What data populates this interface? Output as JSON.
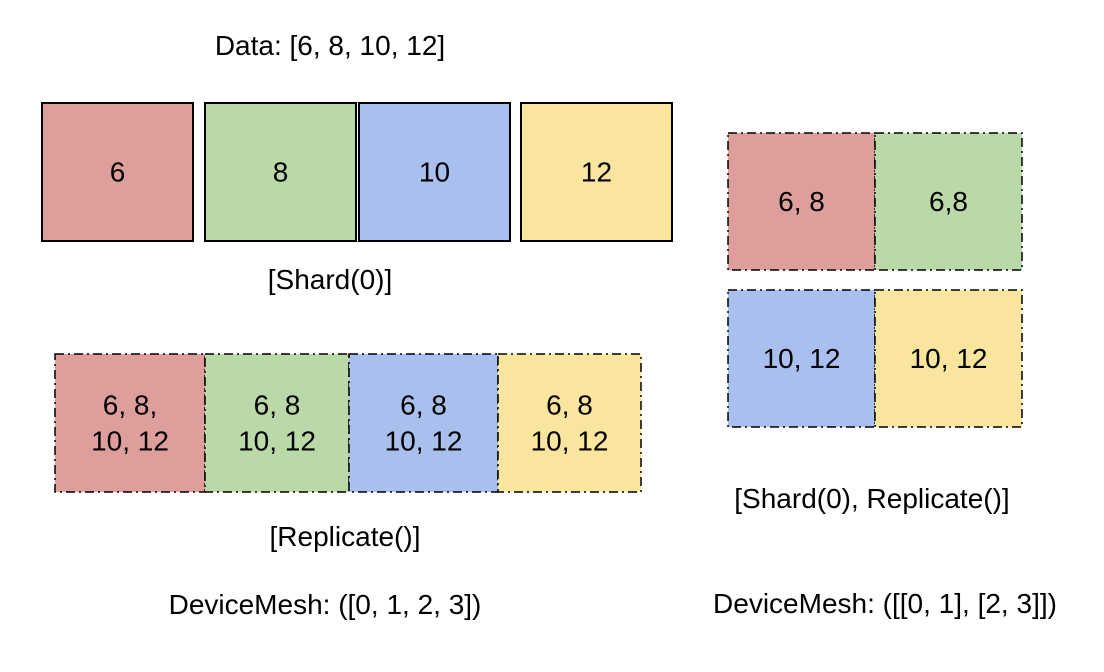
{
  "colors": {
    "red": "#dd9e9c",
    "green": "#bad8a8",
    "blue": "#a9bfed",
    "yellow": "#fae59e",
    "stroke": "#000000"
  },
  "data_title": "Data: [6, 8, 10, 12]",
  "shard_row": {
    "caption": "[Shard(0)]",
    "cells": [
      {
        "lines": [
          "6"
        ],
        "color": "red"
      },
      {
        "lines": [
          "8"
        ],
        "color": "green"
      },
      {
        "lines": [
          "10"
        ],
        "color": "blue"
      },
      {
        "lines": [
          "12"
        ],
        "color": "yellow"
      }
    ]
  },
  "replicate_row": {
    "caption": "[Replicate()]",
    "cells": [
      {
        "lines": [
          "6, 8,",
          "10, 12"
        ],
        "color": "red"
      },
      {
        "lines": [
          "6, 8",
          "10, 12"
        ],
        "color": "green"
      },
      {
        "lines": [
          "6, 8",
          "10, 12"
        ],
        "color": "blue"
      },
      {
        "lines": [
          "6, 8",
          "10, 12"
        ],
        "color": "yellow"
      }
    ]
  },
  "mesh_1d_label": "DeviceMesh: ([0, 1, 2, 3])",
  "grid_2d": {
    "caption": "[Shard(0), Replicate()]",
    "rows": [
      [
        {
          "lines": [
            "6, 8"
          ],
          "color": "red"
        },
        {
          "lines": [
            "6,8"
          ],
          "color": "green"
        }
      ],
      [
        {
          "lines": [
            "10, 12"
          ],
          "color": "blue"
        },
        {
          "lines": [
            "10, 12"
          ],
          "color": "yellow"
        }
      ]
    ]
  },
  "mesh_2d_label": "DeviceMesh: ([[0, 1], [2, 3]])"
}
